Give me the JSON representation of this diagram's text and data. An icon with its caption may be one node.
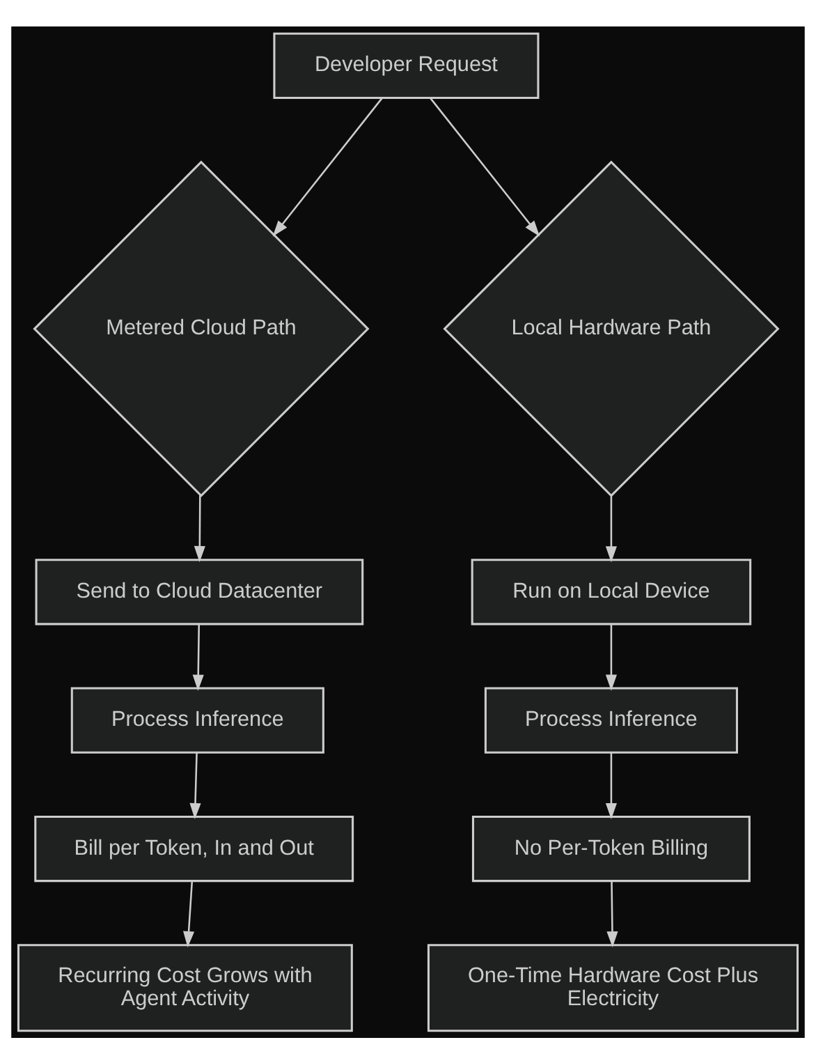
{
  "diagram": {
    "nodes": [
      {
        "text": [
          "Developer Request"
        ]
      },
      {
        "text": [
          "Metered Cloud Path"
        ]
      },
      {
        "text": [
          "Send to Cloud Datacenter"
        ]
      },
      {
        "text": [
          "Process Inference"
        ]
      },
      {
        "text": [
          "Bill per Token, In and Out"
        ]
      },
      {
        "text": [
          "Recurring Cost Grows with Agent Activity"
        ]
      },
      {
        "text": [
          "Local Hardware Path"
        ]
      },
      {
        "text": [
          "Run on Local Device"
        ]
      },
      {
        "text": [
          "Process Inference"
        ]
      },
      {
        "text": [
          "No Per-Token Billing"
        ]
      },
      {
        "text": [
          "One-Time Hardware Cost Plus Electricity"
        ]
      }
    ],
    "edges": [
      {
        "from": 0,
        "to": 1,
        "arrow": "to"
      },
      {
        "from": 0,
        "to": 6,
        "arrow": "to"
      },
      {
        "from": 1,
        "to": 2,
        "arrow": "to"
      },
      {
        "from": 2,
        "to": 3,
        "arrow": "to"
      },
      {
        "from": 3,
        "to": 4,
        "arrow": "to"
      },
      {
        "from": 4,
        "to": 5,
        "arrow": "to"
      },
      {
        "from": 6,
        "to": 7,
        "arrow": "to"
      },
      {
        "from": 7,
        "to": 8,
        "arrow": "to"
      },
      {
        "from": 8,
        "to": 9,
        "arrow": "to"
      },
      {
        "from": 9,
        "to": 10,
        "arrow": "to"
      }
    ]
  }
}
